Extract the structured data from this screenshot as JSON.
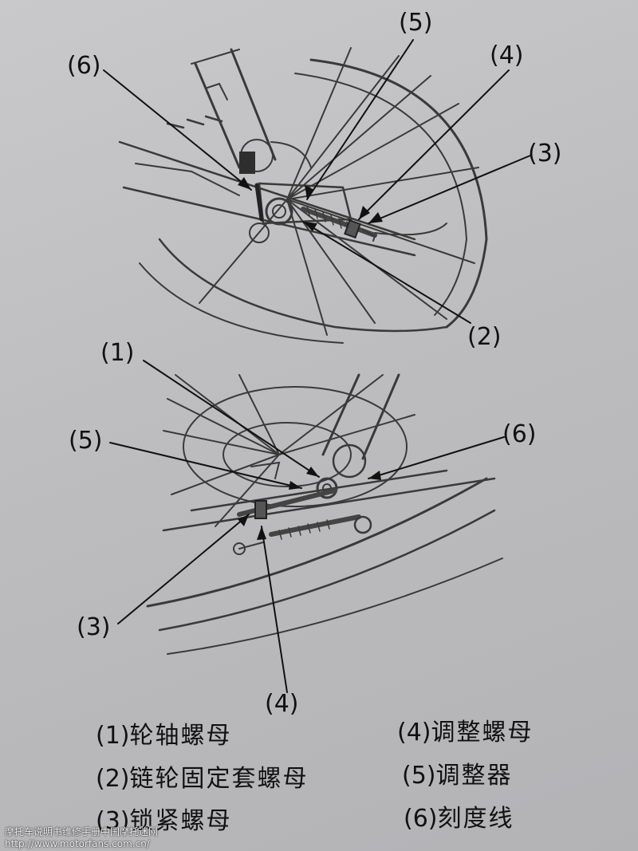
{
  "figure": {
    "top_callouts": {
      "c6": "(6)",
      "c5": "(5)",
      "c4": "(4)",
      "c3": "(3)",
      "c2": "(2)"
    },
    "bottom_callouts": {
      "c1": "(1)",
      "c5": "(5)",
      "c6": "(6)",
      "c3": "(3)",
      "c4": "(4)"
    }
  },
  "legend": [
    {
      "num": "(1)",
      "text": "轮轴螺母"
    },
    {
      "num": "(2)",
      "text": "链轮固定套螺母"
    },
    {
      "num": "(3)",
      "text": "锁紧螺母"
    },
    {
      "num": "(4)",
      "text": "调整螺母"
    },
    {
      "num": "(5)",
      "text": "调整器"
    },
    {
      "num": "(6)",
      "text": "刻度线"
    }
  ],
  "watermark": {
    "line1": "摩托车说明书维修手册中国摩托迷网",
    "line2": "http://www.motorfans.com.cn/"
  }
}
